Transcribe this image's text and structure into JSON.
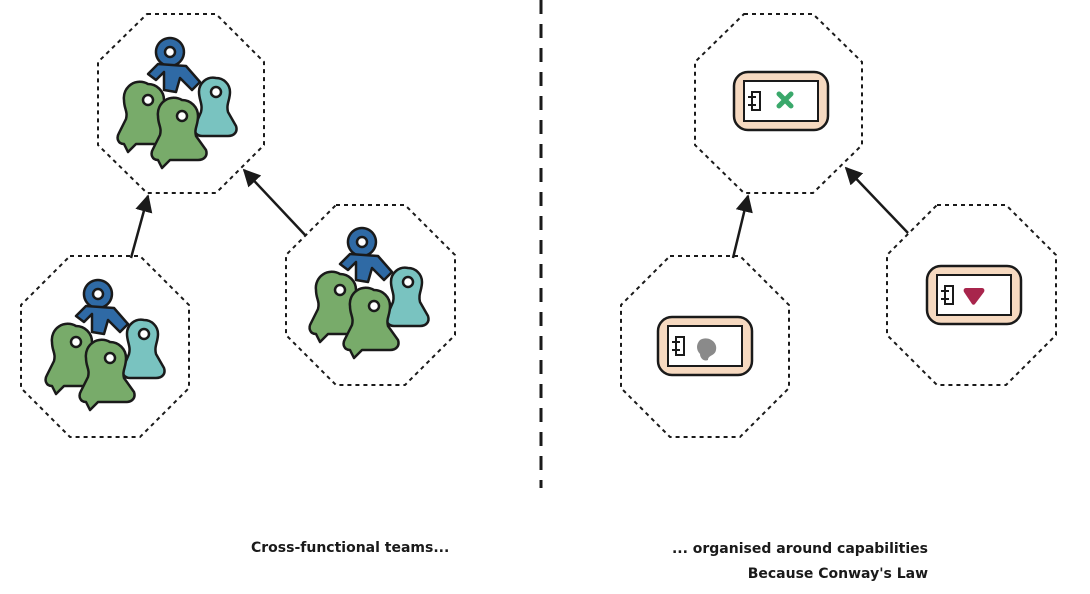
{
  "captions": {
    "left": "Cross-functional teams...",
    "right_line1": "... organised around capabilities",
    "right_line2": "Because Conway's Law"
  },
  "colors": {
    "background": "#ffffff",
    "outline": "#1a1a1a",
    "team_blue": "#2f6aa5",
    "team_green": "#78ab6a",
    "team_teal": "#79c3c0",
    "component_frame": "#f6d9c0",
    "capability_green": "#3aa86b",
    "capability_grey": "#8a8a8a",
    "capability_red": "#a8254c"
  },
  "diagram": {
    "left_panel": {
      "nodes": [
        "team-icon",
        "team-icon",
        "team-icon"
      ]
    },
    "right_panel": {
      "nodes": [
        "component-icon-cross",
        "component-icon-blob",
        "component-icon-heart"
      ]
    }
  }
}
